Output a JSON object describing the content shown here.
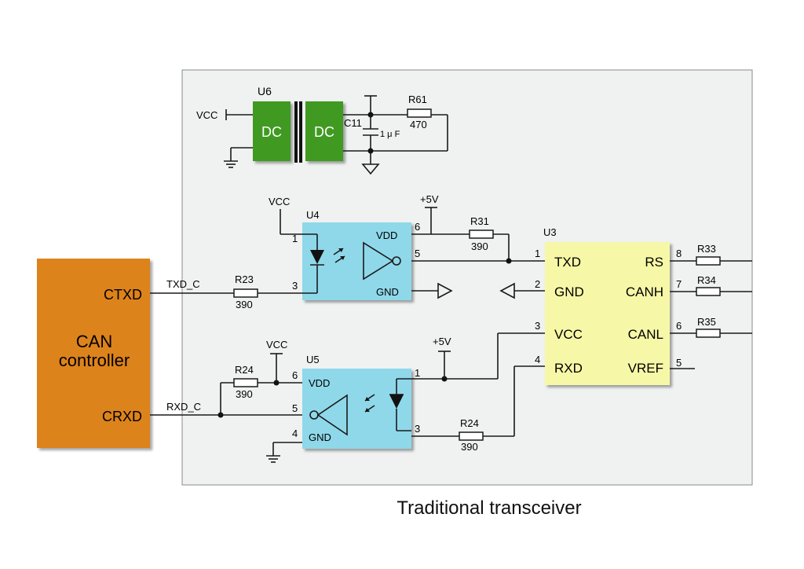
{
  "caption": "Traditional transceiver",
  "colors": {
    "panel": "#f0f1f1",
    "can_controller": "#dd831d",
    "dcdc": "#3f9a22",
    "optocoupler": "#8fd8ea",
    "transceiver": "#f7f8a7"
  },
  "can_controller": {
    "name": "CAN\ncontroller",
    "pins": [
      "CTXD",
      "CRXD"
    ]
  },
  "dcdc": {
    "ref": "U6",
    "left": "DC",
    "right": "DC",
    "vcc": "VCC"
  },
  "c11": {
    "ref": "C11",
    "value": "1 μ F"
  },
  "r61": {
    "ref": "R61",
    "value": "470"
  },
  "u4": {
    "ref": "U4",
    "vcc": "VCC",
    "pins": {
      "p1": "1",
      "p3": "3",
      "p5": "5",
      "p6": "6"
    },
    "vdd": "VDD",
    "gnd": "GND"
  },
  "u5": {
    "ref": "U5",
    "vcc": "VCC",
    "pins": {
      "p1": "1",
      "p3": "3",
      "p4": "4",
      "p5": "5",
      "p6": "6"
    },
    "vdd": "VDD",
    "gnd": "GND"
  },
  "plus5v": [
    "+5V",
    "+5V"
  ],
  "nets": {
    "txd": "TXD_C",
    "rxd": "RXD_C"
  },
  "resistors": {
    "r23": {
      "ref": "R23",
      "value": "390"
    },
    "r24a": {
      "ref": "R24",
      "value": "390"
    },
    "r24b": {
      "ref": "R24",
      "value": "390"
    },
    "r31": {
      "ref": "R31",
      "value": "390"
    },
    "r33": {
      "ref": "R33"
    },
    "r34": {
      "ref": "R34"
    },
    "r35": {
      "ref": "R35"
    }
  },
  "u3": {
    "ref": "U3",
    "left": [
      {
        "num": "1",
        "name": "TXD"
      },
      {
        "num": "2",
        "name": "GND"
      },
      {
        "num": "3",
        "name": "VCC"
      },
      {
        "num": "4",
        "name": "RXD"
      }
    ],
    "right": [
      {
        "num": "8",
        "name": "RS"
      },
      {
        "num": "7",
        "name": "CANH"
      },
      {
        "num": "6",
        "name": "CANL"
      },
      {
        "num": "5",
        "name": "VREF"
      }
    ]
  }
}
